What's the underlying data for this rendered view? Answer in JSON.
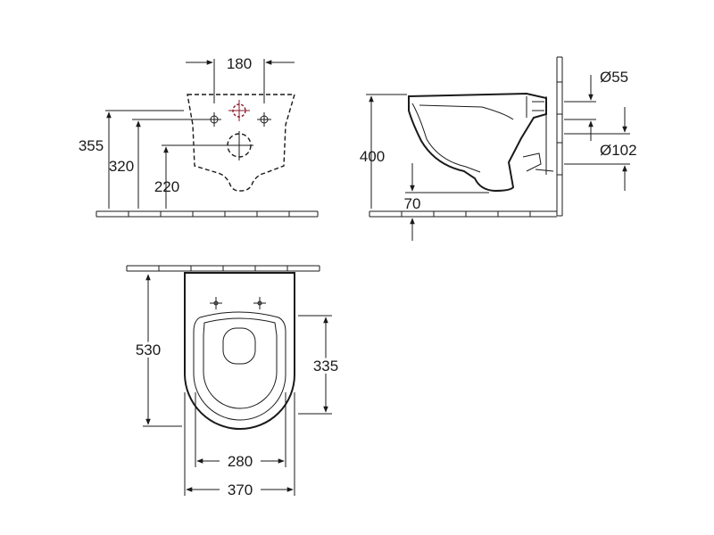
{
  "drawing": {
    "front_view": {
      "width_180": "180",
      "height_355": "355",
      "height_320": "320",
      "height_220": "220"
    },
    "side_view": {
      "height_400": "400",
      "offset_70": "70",
      "diameter_55": "Ø55",
      "diameter_102": "Ø102"
    },
    "top_view": {
      "length_530": "530",
      "length_335": "335",
      "width_280": "280",
      "width_370": "370"
    },
    "colors": {
      "line": "#1a1a1a",
      "accent": "#8b1a2b",
      "background": "#ffffff"
    }
  }
}
